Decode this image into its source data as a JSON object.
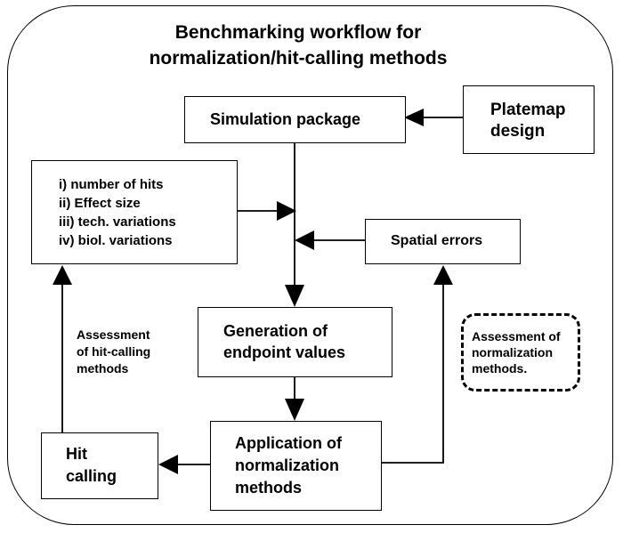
{
  "title": {
    "line1": "Benchmarking workflow for",
    "line2": "normalization/hit-calling methods"
  },
  "boxes": {
    "simulation": "Simulation package",
    "platemap": {
      "line1": "Platemap",
      "line2": "design"
    },
    "parameters": {
      "i": "i) number of hits",
      "ii": "ii) Effect size",
      "iii": "iii) tech. variations",
      "iv": "iv) biol. variations"
    },
    "spatial": "Spatial errors",
    "generation": {
      "line1": "Generation of",
      "line2": "endpoint values"
    },
    "application": {
      "line1": "Application of",
      "line2": "normalization",
      "line3": "methods"
    },
    "hit": {
      "line1": "Hit",
      "line2": "calling"
    }
  },
  "labels": {
    "hit_assessment": {
      "line1": "Assessment",
      "line2": "of hit-calling",
      "line3": "methods"
    },
    "norm_assessment": {
      "line1": "Assessment of",
      "line2": "normalization",
      "line3": "methods."
    }
  }
}
